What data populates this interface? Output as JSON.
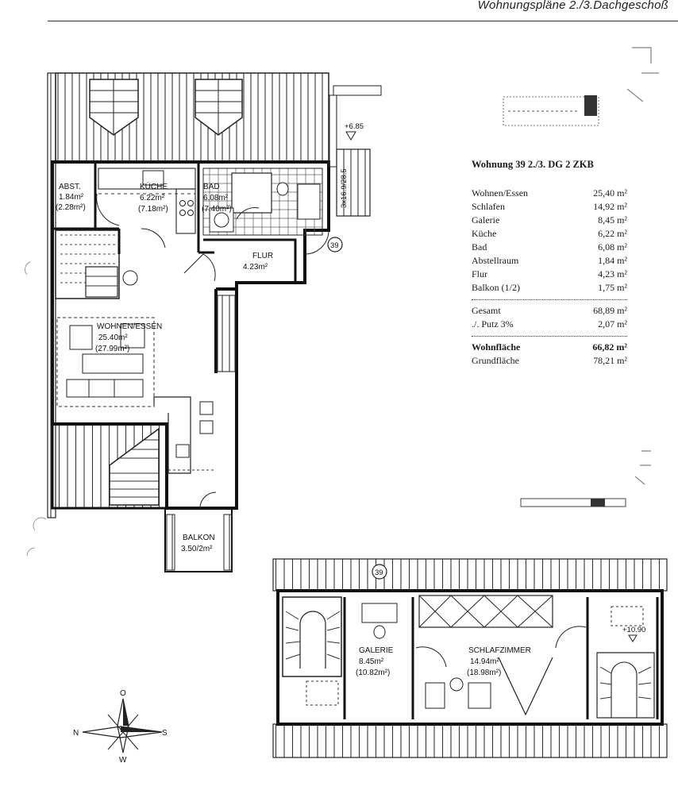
{
  "header": {
    "title": "Wohnungspläne 2./3.Dachgeschoß"
  },
  "table": {
    "heading": "Wohnung 39 2./3. DG 2 ZKB",
    "rows": [
      {
        "label": "Wohnen/Essen",
        "value": "25,40 m²"
      },
      {
        "label": "Schlafen",
        "value": "14,92 m²"
      },
      {
        "label": "Galerie",
        "value": "8,45 m²"
      },
      {
        "label": "Küche",
        "value": "6,22 m²"
      },
      {
        "label": "Bad",
        "value": "6,08 m²"
      },
      {
        "label": "Abstellraum",
        "value": "1,84 m²"
      },
      {
        "label": "Flur",
        "value": "4,23 m²"
      },
      {
        "label": "Balkon (1/2)",
        "value": "1,75 m²"
      }
    ],
    "gesamt": {
      "label": "Gesamt",
      "value": "68,89 m²"
    },
    "putz": {
      "label": "./. Putz 3%",
      "value": "2,07 m²"
    },
    "wohnflaeche": {
      "label": "Wohnfläche",
      "value": "66,82 m²"
    },
    "grundflaeche": {
      "label": "Grundfläche",
      "value": "78,21 m²"
    }
  },
  "rooms": {
    "abst": {
      "name": "ABST.",
      "area": "1.84m²",
      "gross": "(2.28m²)"
    },
    "kueche": {
      "name": "KÜCHE",
      "area": "6.22m²",
      "gross": "(7.18m²)"
    },
    "bad": {
      "name": "BAD",
      "area": "6.08m²",
      "gross": "(7.40m²)"
    },
    "flur": {
      "name": "FLUR",
      "area": "4.23m²"
    },
    "wohnen": {
      "name": "WOHNEN/ESSEN",
      "area": "25.40m²",
      "gross": "(27.99m²)"
    },
    "balkon": {
      "name": "BALKON",
      "area": "3.50/2m²"
    },
    "galerie": {
      "name": "GALERIE",
      "area": "8.45m²",
      "gross": "(10.82m²)"
    },
    "schlaf": {
      "name": "SCHLAFZIMMER",
      "area": "14.94m²",
      "gross": "(18.98m²)"
    }
  },
  "annotations": {
    "level_upper": "+6.85",
    "level_lower": "+10.90",
    "stair_spec": "3x16.9/28.5",
    "unit_no": "39"
  },
  "compass": {
    "n": "N",
    "s": "S",
    "o": "O",
    "w": "W"
  }
}
